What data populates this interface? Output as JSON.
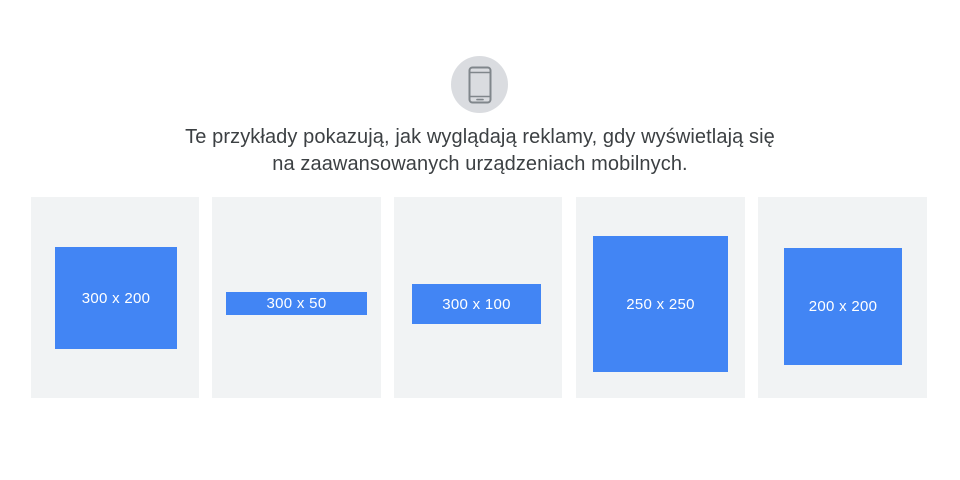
{
  "header": {
    "icon": "smartphone-icon",
    "line1": "Te przykłady pokazują, jak wyglądają reklamy, gdy wyświetlają się",
    "line2": "na zaawansowanych urządzeniach mobilnych."
  },
  "ad_examples": [
    {
      "label": "300 x 200"
    },
    {
      "label": "300 x 50"
    },
    {
      "label": "300 x 100"
    },
    {
      "label": "250 x 250"
    },
    {
      "label": "200 x 200"
    }
  ],
  "colors": {
    "ad_fill": "#4285f4",
    "card_background": "#f1f3f4",
    "icon_badge": "#dadce0",
    "icon_stroke": "#80868b",
    "headline_text": "#3c4043"
  }
}
